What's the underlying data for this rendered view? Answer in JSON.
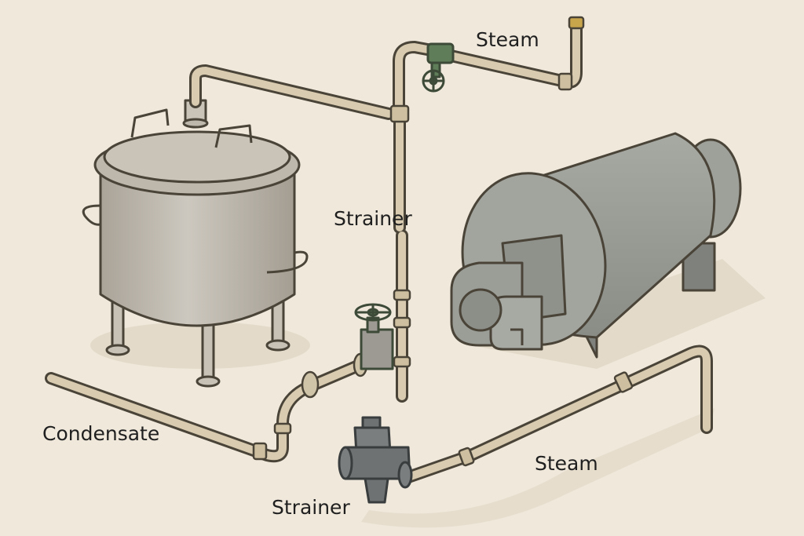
{
  "labels": {
    "steam_top": "Steam",
    "strainer_mid": "Strainer",
    "condensate": "Condensate",
    "steam_bottom": "Steam",
    "strainer_bottom": "Strainer"
  },
  "colors": {
    "background": "#efe8db",
    "pipe": "#d8cbb0",
    "pipe_outline": "#4a4438",
    "tank": "#b9b3a9",
    "boiler": "#9b9d97",
    "valve_green": "#5f7d58",
    "strainer_body": "#6e7272",
    "shadow": "#e2d9c8"
  },
  "icons": [
    "kettle-tank-icon",
    "boiler-icon",
    "handwheel-valve-icon",
    "strainer-icon"
  ]
}
